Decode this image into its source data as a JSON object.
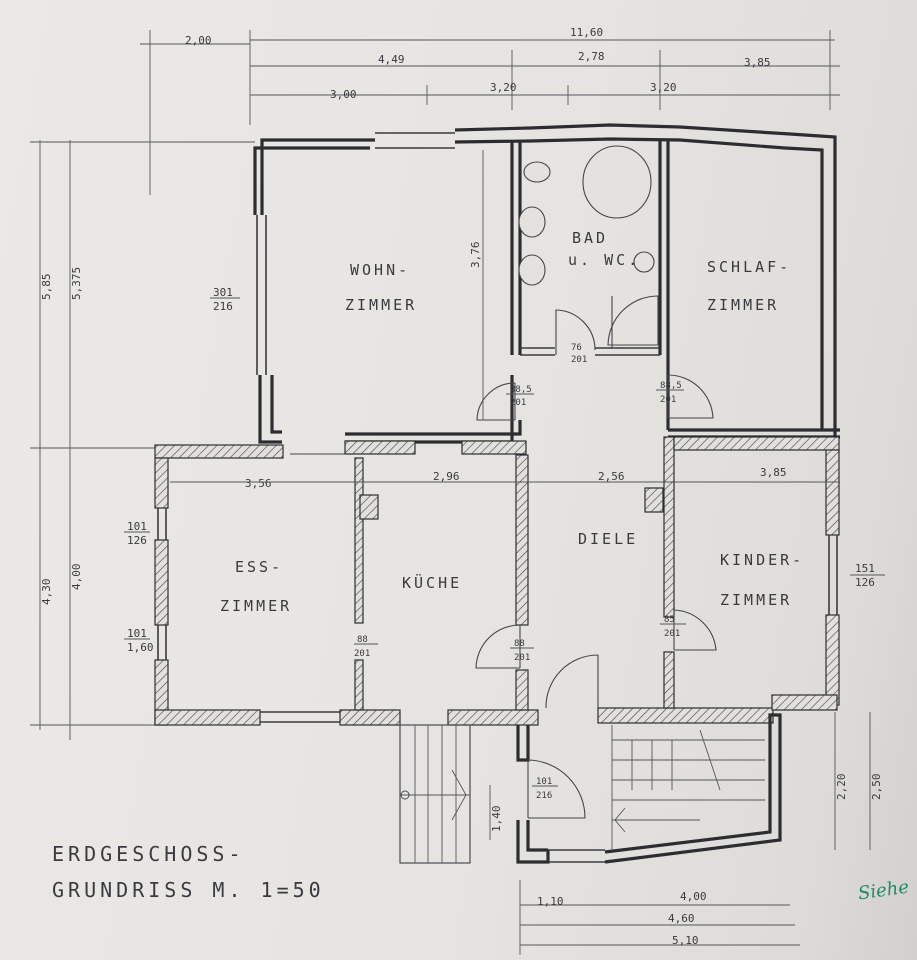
{
  "plan": {
    "title_line1": "ERDGESCHOSS-",
    "title_line2": "GRUNDRISS  M. 1=50",
    "margin_note": "Siehe",
    "rooms": {
      "wohnzimmer_1": "WOHN-",
      "wohnzimmer_2": "ZIMMER",
      "bad_1": "BAD",
      "bad_2": "u. WC.",
      "schlaf_1": "SCHLAF-",
      "schlaf_2": "ZIMMER",
      "ess_1": "ESS-",
      "ess_2": "ZIMMER",
      "kueche": "KÜCHE",
      "diele": "DIELE",
      "kinder_1": "KINDER-",
      "kinder_2": "ZIMMER"
    },
    "dims": {
      "top_total": "11,60",
      "top_left": "2,00",
      "top_row2_a": "4,49",
      "top_row2_b": "2,78",
      "top_row2_c": "3,85",
      "top_row3_a": "3,00",
      "top_row3_b": "3,20",
      "top_row3_c": "3,20",
      "left_a": "5,85",
      "left_b": "5,375",
      "left_c": "4,30",
      "left_d": "4,00",
      "wohn_window": "301",
      "wohn_window_h": "216",
      "wohn_height": "3,76",
      "ess_w": "3,56",
      "kueche_w": "2,96",
      "diele_w": "2,56",
      "kinder_w": "3,85",
      "ess_window": "101",
      "ess_window_h": "126",
      "ess_window2": "101",
      "ess_window2_h": "1,60",
      "kinder_window": "151",
      "kinder_window_h": "126",
      "door_wohn": "88,5",
      "door_wohn_h": "201",
      "door_schlaf": "88,5",
      "door_schlaf_h": "201",
      "door_bad": "76",
      "door_bad_h": "201",
      "door_ess": "88",
      "door_ess_h": "201",
      "door_kueche": "88",
      "door_kueche_h": "201",
      "door_kinder": "85",
      "door_kinder_h": "201",
      "door_entry": "101",
      "door_entry_h": "216",
      "bottom_a": "1,10",
      "bottom_b": "4,00",
      "bottom_c": "4,60",
      "bottom_d": "5,10",
      "right_a": "2,20",
      "right_b": "2,50",
      "entry_h": "1,40"
    }
  }
}
